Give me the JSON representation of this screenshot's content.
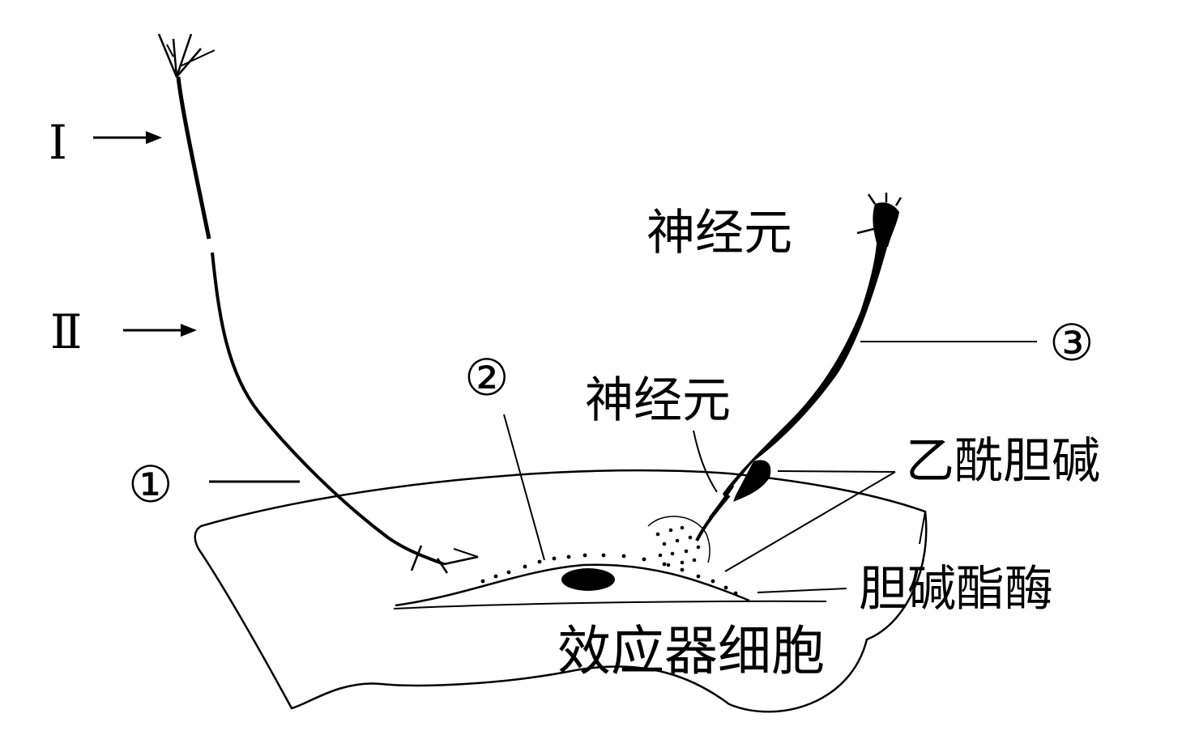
{
  "labels": {
    "roman_1": "Ⅰ",
    "roman_2": "Ⅱ",
    "num_1": "①",
    "num_2": "②",
    "num_3": "③",
    "neuron_upper": "神经元",
    "neuron_lower": "神经元",
    "acetylcholine": "乙酰胆碱",
    "cholinesterase": "胆碱酯酶",
    "effector_cell": "效应器细胞"
  },
  "colors": {
    "ink": "#000000",
    "background": "#ffffff"
  }
}
